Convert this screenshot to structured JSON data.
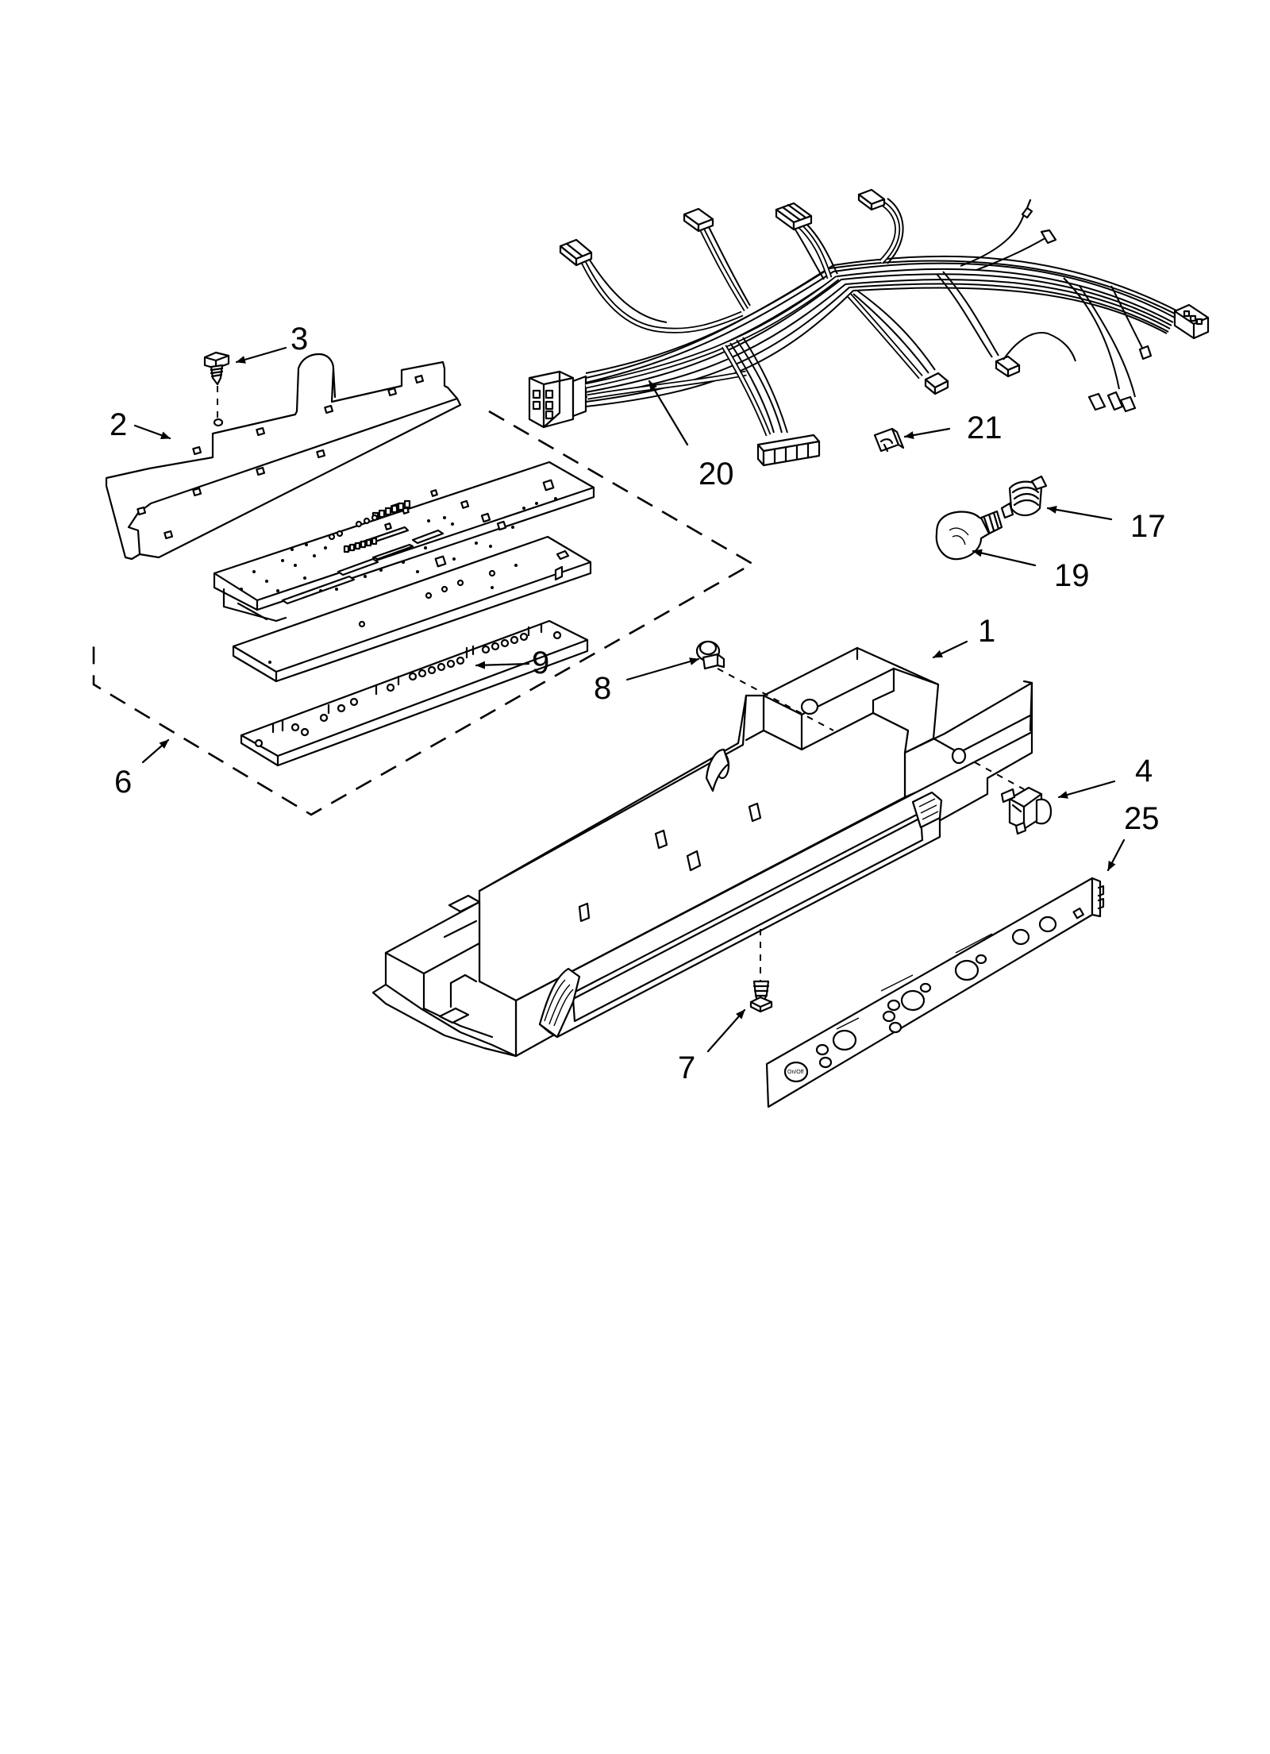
{
  "callouts": {
    "c1": "1",
    "c2": "2",
    "c3": "3",
    "c4": "4",
    "c6": "6",
    "c7": "7",
    "c8": "8",
    "c9": "9",
    "c17": "17",
    "c19": "19",
    "c20": "20",
    "c21": "21",
    "c25": "25"
  },
  "panel_labels": {
    "on_off": "On/Off"
  },
  "colors": {
    "line": "#000000",
    "background": "#ffffff"
  }
}
